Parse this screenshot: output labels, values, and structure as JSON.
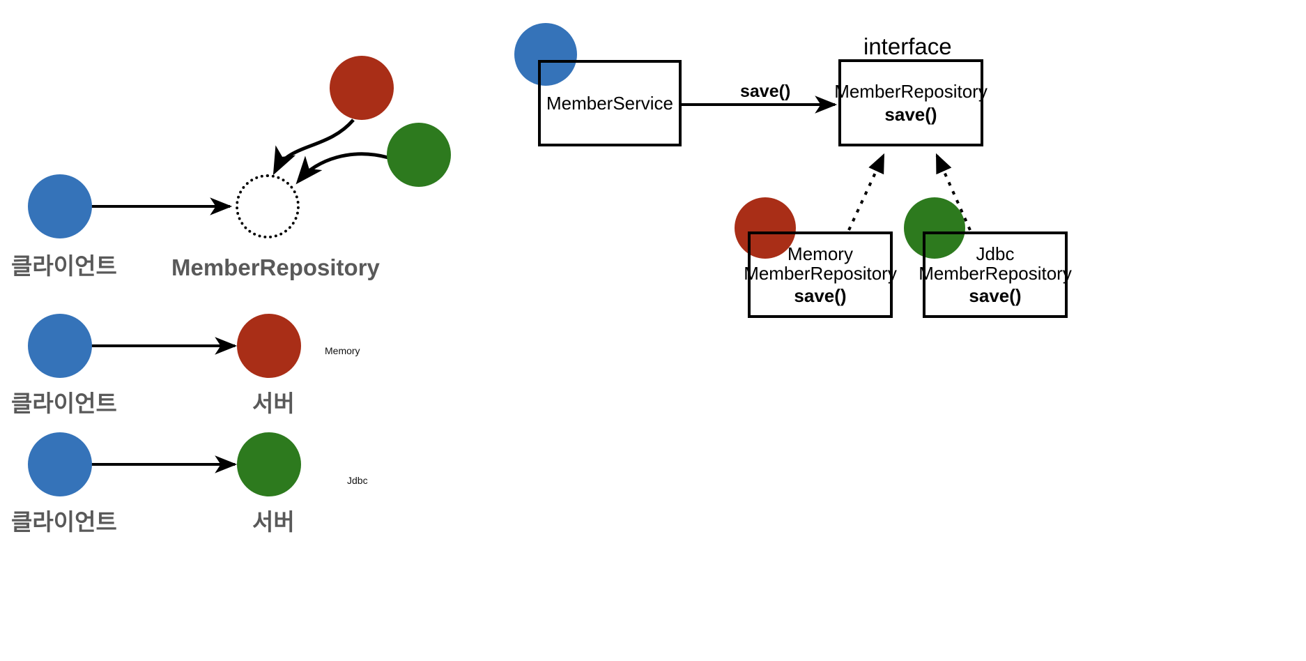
{
  "palette": {
    "client_blue": "#3573b9",
    "memory_red": "#a92e17",
    "jdbc_green": "#2d7a1e",
    "label_gray": "#595959",
    "stroke_black": "#000000",
    "background": "#ffffff"
  },
  "left_panel": {
    "role_abstraction": {
      "client_label": "클라이언트",
      "repository_label": "MemberRepository"
    },
    "memory_row": {
      "client_label": "클라이언트",
      "server_label": "서버",
      "impl_label": "Memory"
    },
    "jdbc_row": {
      "client_label": "클라이언트",
      "server_label": "서버",
      "impl_label": "Jdbc"
    }
  },
  "right_panel": {
    "service_box": {
      "name": "MemberService"
    },
    "interface_box": {
      "stereotype": "interface",
      "name": "MemberRepository",
      "method": "save()"
    },
    "call_edge_label": "save()",
    "implementations": [
      {
        "name_line1": "Memory",
        "name_line2": "MemberRepository",
        "method": "save()"
      },
      {
        "name_line1": "Jdbc",
        "name_line2": "MemberRepository",
        "method": "save()"
      }
    ]
  }
}
